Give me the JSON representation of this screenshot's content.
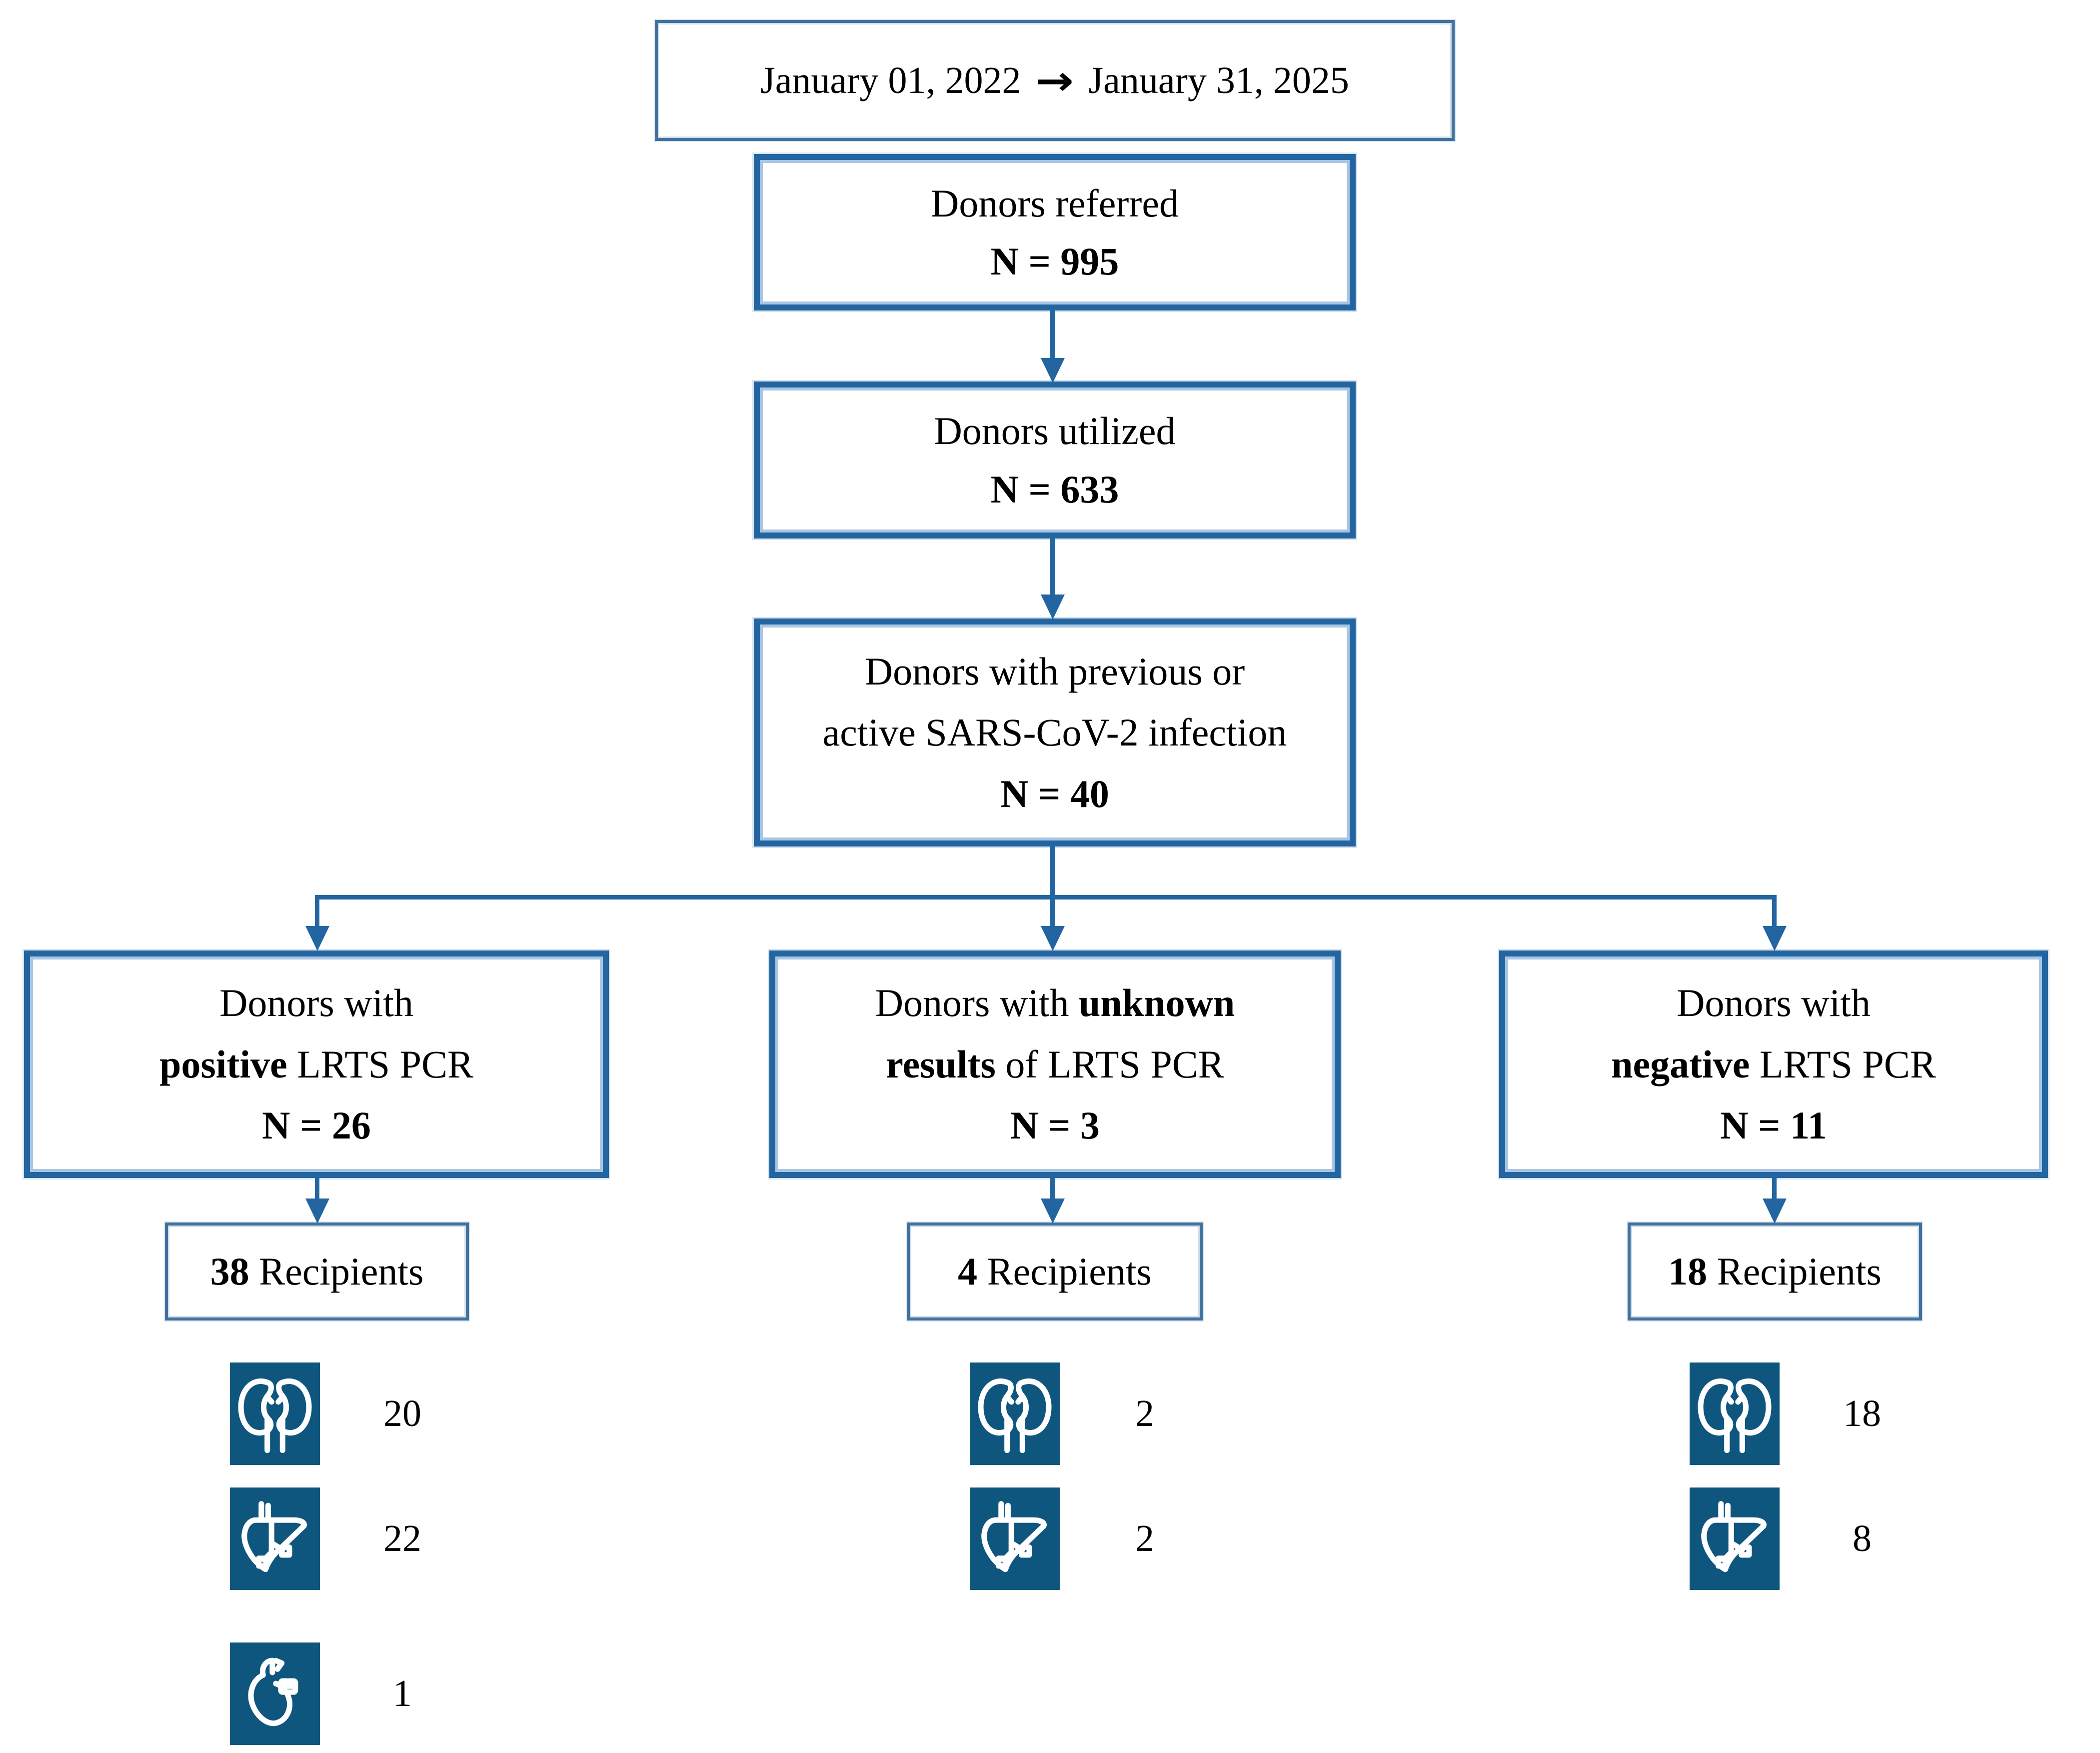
{
  "colors": {
    "connector_and_border_dark": "#2265A0",
    "border_inner_light": "#A8C6E4",
    "thin_border": "#41719C",
    "icon_background": "#0F567F",
    "icon_stroke": "#FFFFFF",
    "text": "#000000",
    "background": "#FFFFFF"
  },
  "date_box": {
    "start": "January 01, 2022",
    "arrow": "→",
    "end": "January 31, 2025"
  },
  "nodes": {
    "referred": {
      "label": "Donors referred",
      "n": "N = 995"
    },
    "utilized": {
      "label": "Donors utilized",
      "n": "N = 633"
    },
    "covid": {
      "line1": "Donors with previous or",
      "line2": "active SARS-CoV-2 infection",
      "n": "N = 40"
    },
    "positive": {
      "line1": "Donors with",
      "bold": "positive",
      "rest": " LRTS PCR",
      "n": "N = 26"
    },
    "unknown": {
      "pre": "Donors with ",
      "bold1": "unknown",
      "bold2": "results",
      "rest": " of LRTS PCR",
      "n": "N = 3"
    },
    "negative": {
      "line1": "Donors with",
      "bold": "negative",
      "rest": " LRTS PCR",
      "n": "N = 11"
    }
  },
  "recipients": {
    "left": {
      "count": "38",
      "label": " Recipients"
    },
    "middle": {
      "count": "4",
      "label": " Recipients"
    },
    "right": {
      "count": "18",
      "label": " Recipients"
    }
  },
  "organs": {
    "left": {
      "kidney": "20",
      "liver": "22",
      "heart": "1"
    },
    "middle": {
      "kidney": "2",
      "liver": "2"
    },
    "right": {
      "kidney": "18",
      "liver": "8"
    }
  }
}
